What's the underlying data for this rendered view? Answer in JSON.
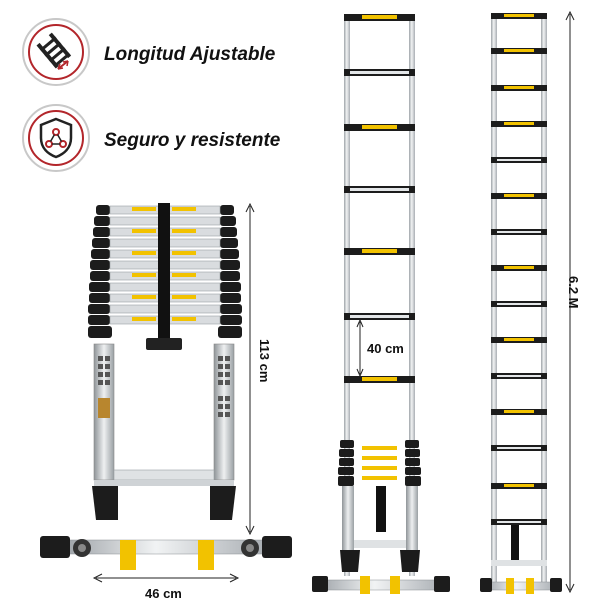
{
  "features": [
    {
      "label": "Longitud Ajustable",
      "icon": "adjustable-ladder-icon"
    },
    {
      "label": "Seguro y resistente",
      "icon": "safety-shield-icon"
    }
  ],
  "dimensions": {
    "collapsed_height": "113 cm",
    "width": "46 cm",
    "step_spacing": "40 cm",
    "extended_height": "6.2 M"
  },
  "colors": {
    "accent_yellow": "#f2c200",
    "icon_red": "#b3262b",
    "rail_silver": "#d6d9dc",
    "cap_black": "#1c1c1c"
  }
}
